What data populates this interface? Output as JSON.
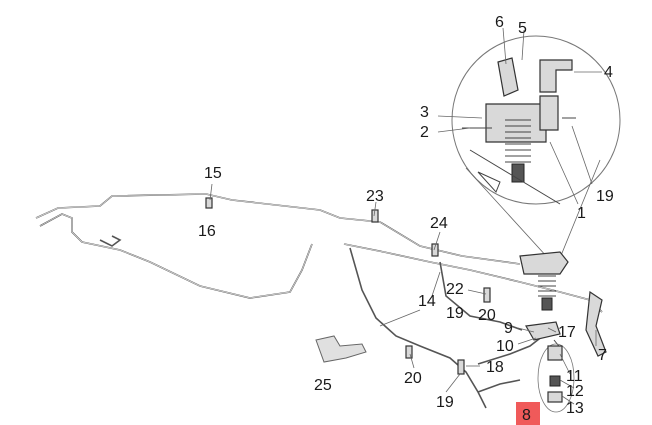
{
  "callouts": {
    "n1": "1",
    "n2": "2",
    "n3": "3",
    "n4": "4",
    "n5": "5",
    "n6": "6",
    "n7": "7",
    "n9": "9",
    "n10": "10",
    "n11": "11",
    "n12": "12",
    "n13": "13",
    "n14": "14",
    "n15": "15",
    "n16": "16",
    "n17": "17",
    "n18": "18",
    "n19a": "19",
    "n19b": "19",
    "n19c": "19",
    "n20a": "20",
    "n20b": "20",
    "n22": "22",
    "n23": "23",
    "n24": "24",
    "n25": "25"
  },
  "highlight": {
    "label": "8",
    "color": "#f05a5a"
  }
}
